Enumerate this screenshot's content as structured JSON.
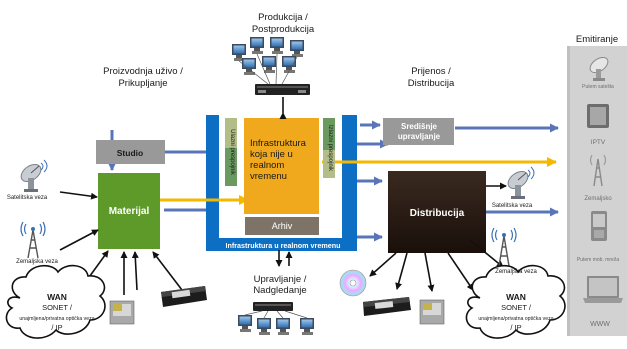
{
  "labels": {
    "produkcija": "Produkcija /\nPostprodukcija",
    "proizvodnja": "Proizvodnja uživo /\nPrikupljanje",
    "prijenos": "Prijenos /\nDistribucija",
    "emitiranje": "Emitiranje",
    "studio": "Studio",
    "materijal": "Materijal",
    "infra_nonrealtime": "Infrastruktura\nkoja nije u\nrealnom\nvremenu",
    "arhiv": "Arhiv",
    "infra_realtime": "Infrastruktura u realnom vremenu",
    "ulazni_prespojnik": "Ulazni prespojnik",
    "izlazni_prespojnik": "Izlazni prespojnik",
    "sredisnje": "Središnje\nupravljanje",
    "distribucija": "Distribucija",
    "upravljanje": "Upravljanje /\nNadgledanje",
    "satelitska_left": "Satelitska veza",
    "zemaljska_left": "Zemaljska veza",
    "satelitska_right": "Satelitska veza",
    "zemaljska_right": "Zemaljska veza",
    "wan_left": "WAN\nSONET /\nunajmljena/privatna optička veza\n/ IP",
    "wan_right": "WAN\nSONET /\nunajmljena/privatna optička veza\n/ IP",
    "putem_satelita": "Putem satelita",
    "iptv": "IPTV",
    "zemaljsko": "Zemaljsko",
    "putem_mob": "Putem mob. mreža",
    "www": "WWW"
  },
  "colors": {
    "blue_frame": "#0d6fc4",
    "orange": "#f0a81c",
    "green": "#5e9a2a",
    "dark": "#2b1a12",
    "gray": "#999999",
    "arrow_blue": "#5a74b8",
    "arrow_yellow": "#f5b800",
    "emit_panel": "#d2d2d2"
  },
  "icons": [
    "computer-monitor-icon",
    "server-icon",
    "satellite-dish-icon",
    "radio-tower-icon",
    "tape-cartridge-icon",
    "memory-card-icon",
    "cd-disc-icon",
    "tv-screen-icon",
    "mobile-phone-icon",
    "laptop-icon",
    "cloud-icon"
  ]
}
